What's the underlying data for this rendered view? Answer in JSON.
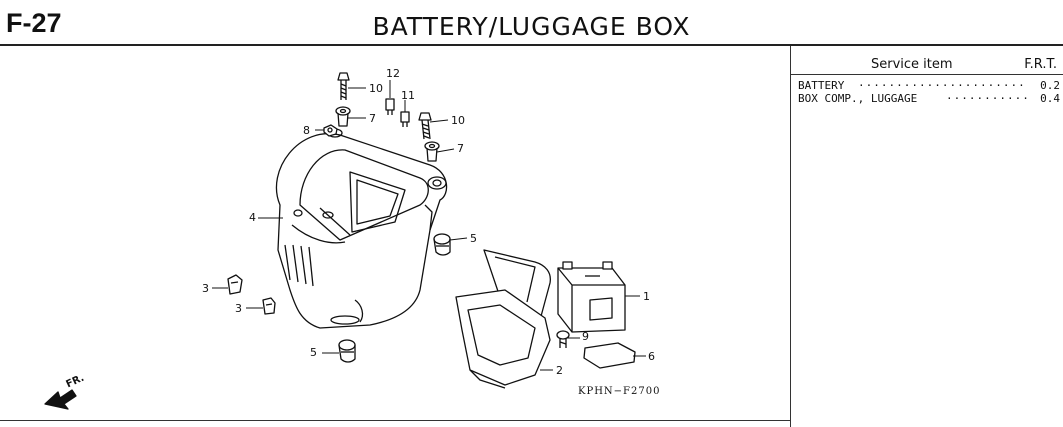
{
  "header": {
    "code": "F-27",
    "title": "BATTERY/LUGGAGE BOX"
  },
  "service_table": {
    "col_item": "Service item",
    "col_frt": "F.R.T.",
    "rows": [
      {
        "name": "BATTERY",
        "frt": "0.2"
      },
      {
        "name": "BOX COMP., LUGGAGE",
        "frt": "0.4"
      }
    ]
  },
  "diagram": {
    "reference_code": "KPHN−F2700",
    "direction_label": "FR.",
    "callouts": [
      "10",
      "12",
      "11",
      "7",
      "8",
      "10",
      "7",
      "4",
      "5",
      "3",
      "3",
      "1",
      "9",
      "5",
      "6",
      "2"
    ]
  }
}
